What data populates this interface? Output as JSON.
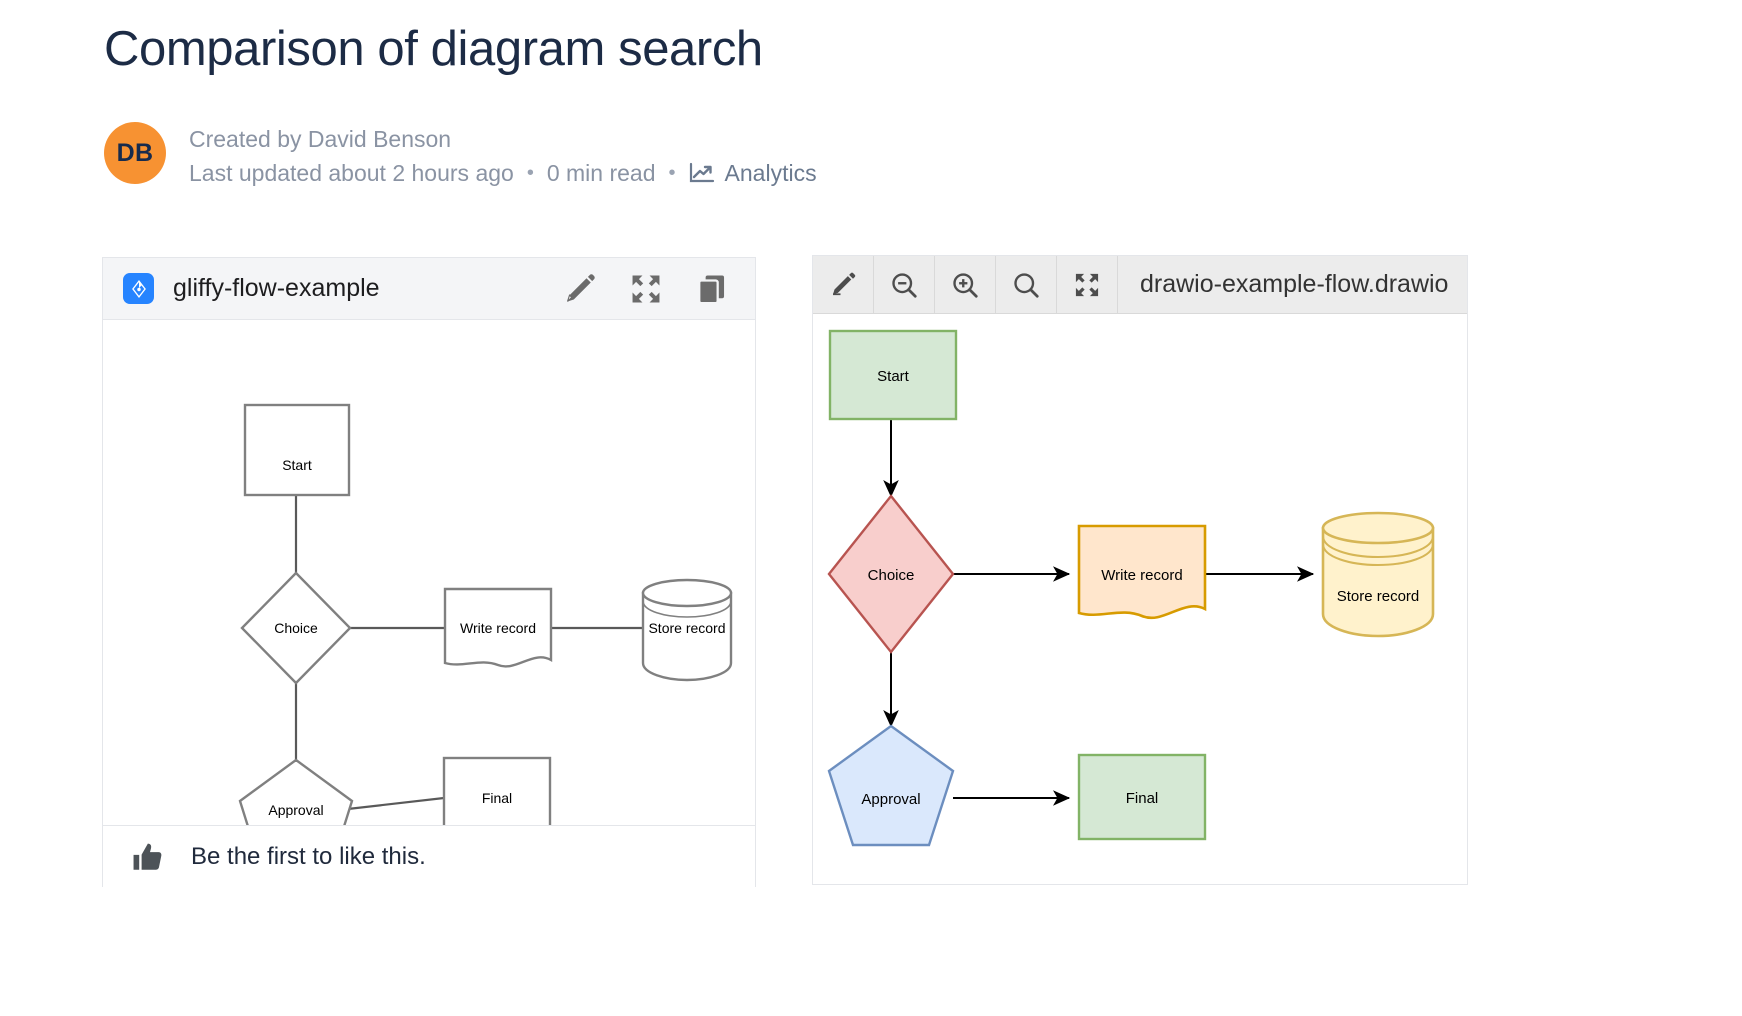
{
  "header": {
    "title": "Comparison of diagram search",
    "avatar_initials": "DB",
    "avatar_color": "#f79232",
    "created_by": "Created by David Benson",
    "last_updated": "Last updated about 2 hours ago",
    "read_time": "0 min read",
    "analytics_label": "Analytics",
    "separator": "•",
    "title_color": "#1c2b45",
    "meta_color": "#8a93a3"
  },
  "gliffy_panel": {
    "icon_name": "gliffy-icon",
    "icon_color": "#2684ff",
    "title": "gliffy-flow-example",
    "actions": [
      {
        "name": "edit-pencil-icon",
        "label": "Edit"
      },
      {
        "name": "fullscreen-icon",
        "label": "Full screen"
      },
      {
        "name": "copy-icon",
        "label": "Copy"
      }
    ],
    "footer": {
      "icon_name": "thumbs-up-icon",
      "text": "Be the first to like this."
    },
    "diagram": {
      "type": "flowchart",
      "style": "monochrome",
      "stroke": "#808080",
      "fill": "#ffffff",
      "nodes": [
        {
          "id": "start",
          "label": "Start",
          "shape": "rectangle"
        },
        {
          "id": "choice",
          "label": "Choice",
          "shape": "diamond"
        },
        {
          "id": "write",
          "label": "Write record",
          "shape": "document"
        },
        {
          "id": "store",
          "label": "Store record",
          "shape": "cylinder"
        },
        {
          "id": "approval",
          "label": "Approval",
          "shape": "pentagon"
        },
        {
          "id": "final",
          "label": "Final",
          "shape": "rectangle"
        }
      ],
      "edges": [
        {
          "from": "start",
          "to": "choice",
          "arrow": false
        },
        {
          "from": "choice",
          "to": "write",
          "arrow": false
        },
        {
          "from": "write",
          "to": "store",
          "arrow": false
        },
        {
          "from": "choice",
          "to": "approval",
          "arrow": false
        },
        {
          "from": "approval",
          "to": "final",
          "arrow": false
        }
      ]
    }
  },
  "drawio_panel": {
    "title": "drawio-example-flow.drawio",
    "toolbar": [
      {
        "name": "edit-pencil-icon",
        "label": "Edit"
      },
      {
        "name": "zoom-out-icon",
        "label": "Zoom out"
      },
      {
        "name": "zoom-in-icon",
        "label": "Zoom in"
      },
      {
        "name": "search-icon",
        "label": "Search"
      },
      {
        "name": "fullscreen-icon",
        "label": "Full screen"
      }
    ],
    "diagram": {
      "type": "flowchart",
      "style": "colored",
      "nodes": [
        {
          "id": "start",
          "label": "Start",
          "shape": "rectangle",
          "fill": "#d5e8d4",
          "stroke": "#82b366"
        },
        {
          "id": "choice",
          "label": "Choice",
          "shape": "diamond",
          "fill": "#f8cecc",
          "stroke": "#b85450"
        },
        {
          "id": "write",
          "label": "Write record",
          "shape": "document",
          "fill": "#ffe6cc",
          "stroke": "#d79b00"
        },
        {
          "id": "store",
          "label": "Store record",
          "shape": "cylinder",
          "fill": "#fff2cc",
          "stroke": "#d6b656"
        },
        {
          "id": "approval",
          "label": "Approval",
          "shape": "pentagon",
          "fill": "#dae8fc",
          "stroke": "#6c8ebf"
        },
        {
          "id": "final",
          "label": "Final",
          "shape": "rectangle",
          "fill": "#d5e8d4",
          "stroke": "#82b366"
        }
      ],
      "edges": [
        {
          "from": "start",
          "to": "choice",
          "arrow": true
        },
        {
          "from": "choice",
          "to": "write",
          "arrow": true
        },
        {
          "from": "write",
          "to": "store",
          "arrow": true
        },
        {
          "from": "choice",
          "to": "approval",
          "arrow": true
        },
        {
          "from": "approval",
          "to": "final",
          "arrow": true
        }
      ]
    }
  }
}
